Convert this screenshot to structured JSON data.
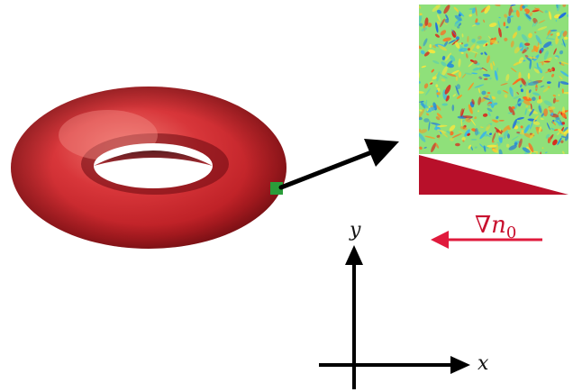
{
  "colors": {
    "torus_base": "#c8262a",
    "torus_dark": "#6e0a10",
    "torus_highlight": "#f07a72",
    "patch": "#2a9d3a",
    "arrow_main": "#000000",
    "gradient_wedge": "#b8102a",
    "gradient_arrow": "#e01a3c",
    "turb_bg": "#8fe07a"
  },
  "labels": {
    "axis_x": "x",
    "axis_y": "y",
    "gradient_symbol": "∇",
    "gradient_var": "n",
    "gradient_sub": "0"
  }
}
